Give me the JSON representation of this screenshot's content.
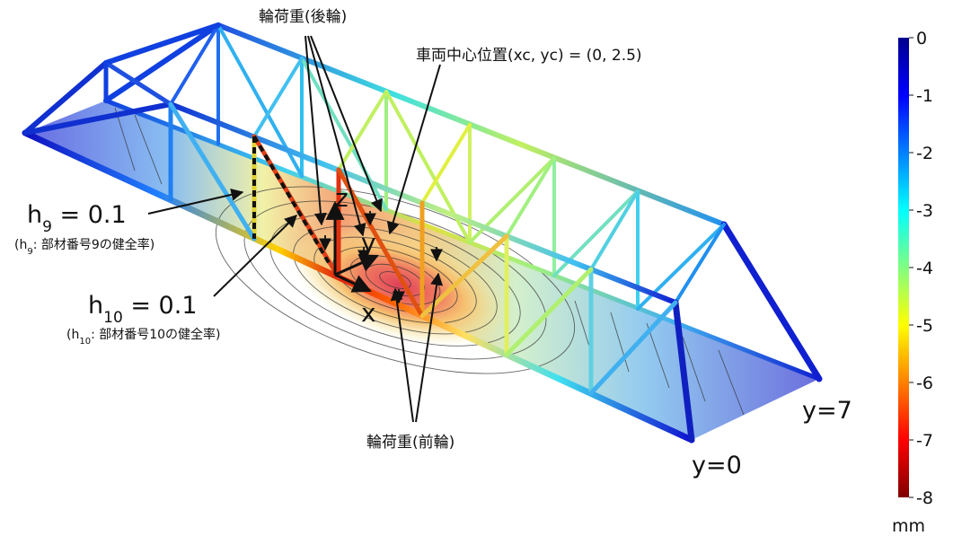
{
  "figure": {
    "annotations": {
      "rear_wheel_load": "輪荷重(後輪)",
      "front_wheel_load": "輪荷重(前輪)",
      "vehicle_center": "車両中心位置(xc, yc) = (0, 2.5)",
      "h9": {
        "base": "h",
        "sub": "9",
        "eq": " = 0.1"
      },
      "h9_note": {
        "open": "(h",
        "sub": "9",
        "text": ": 部材番号9の健全率)"
      },
      "h10": {
        "base": "h",
        "sub": "10",
        "eq": " = 0.1"
      },
      "h10_note": {
        "open": "(h",
        "sub": "10",
        "text": ": 部材番号10の健全率)"
      },
      "y7": "y=7",
      "y0": "y=0",
      "axis_x": "x",
      "axis_y": "y",
      "axis_z": "z"
    },
    "colorbar": {
      "ticks": [
        "0",
        "-1",
        "-2",
        "-3",
        "-4",
        "-5",
        "-6",
        "-7",
        "-8"
      ],
      "unit": "mm",
      "colormap": [
        "#00008f",
        "#0000ff",
        "#0080ff",
        "#00ffff",
        "#80ff80",
        "#ffff00",
        "#ff8000",
        "#ff0000",
        "#800000"
      ]
    }
  }
}
